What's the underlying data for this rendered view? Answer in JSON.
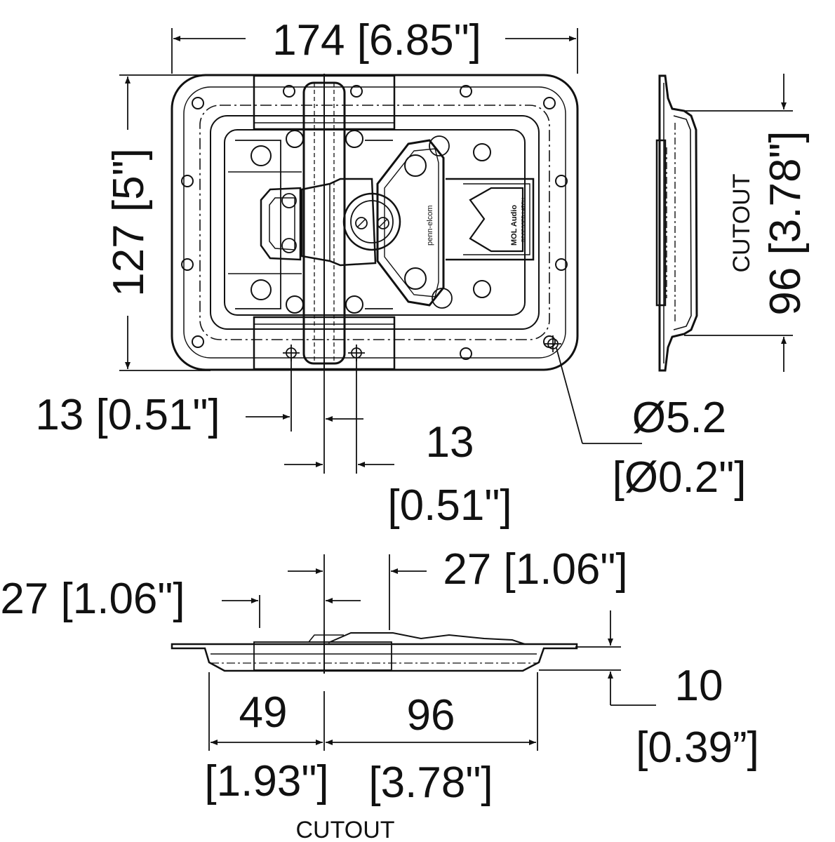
{
  "dimensions": {
    "overall_width": "174 [6.85\"]",
    "overall_height": "127 [5\"]",
    "cutout_height_value": "96 [3.78\"]",
    "cutout_side_label": "CUTOUT",
    "hole_offset_left": "13 [0.51\"]",
    "hole_offset_right_value": "13",
    "hole_offset_right_unit": "[0.51\"]",
    "hole_dia_value": "Ø5.2",
    "hole_dia_unit": "[Ø0.2\"]",
    "offset_27_right": "27 [1.06\"]",
    "offset_27_left": "27 [1.06\"]",
    "depth_value": "10",
    "depth_unit": "[0.39”]",
    "cutout_49_value": "49",
    "cutout_49_unit": "[1.93\"]",
    "cutout_96_value": "96",
    "cutout_96_unit": "[3.78\"]",
    "cutout_bottom_label": "CUTOUT"
  },
  "latch_text": {
    "brand_mark": "penn-elcom",
    "plate_text_1": "MOL Audio",
    "plate_text_2": "RECESSED LATCH"
  }
}
